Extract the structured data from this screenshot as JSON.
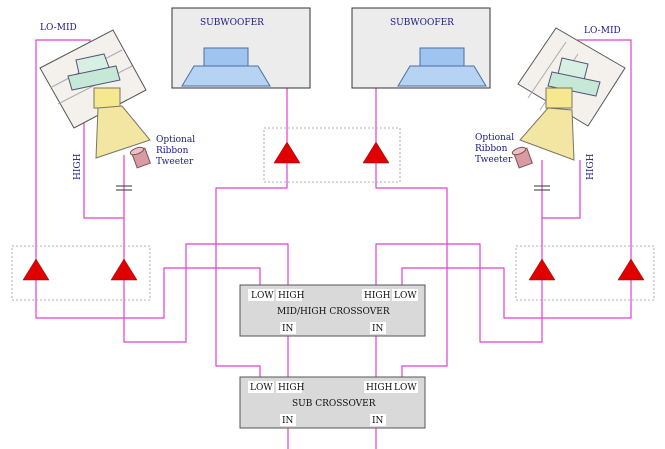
{
  "labels": {
    "subwoofer": "SUBWOOFER",
    "lo_mid": "LO-MID",
    "high": "HIGH",
    "tweeter_line1": "Optional",
    "tweeter_line2": "Ribbon",
    "tweeter_line3": "Tweeter"
  },
  "mid_high_crossover": {
    "title": "MID/HIGH CROSSOVER",
    "low": "LOW",
    "high": "HIGH",
    "in": "IN"
  },
  "sub_crossover": {
    "title": "SUB CROSSOVER",
    "low": "LOW",
    "high": "HIGH",
    "in": "IN"
  },
  "colors": {
    "wire": "#e040d0",
    "amplifier": "#e00000",
    "crossover_fill": "#d9d9d9",
    "label_text": "#1a1a8c"
  }
}
